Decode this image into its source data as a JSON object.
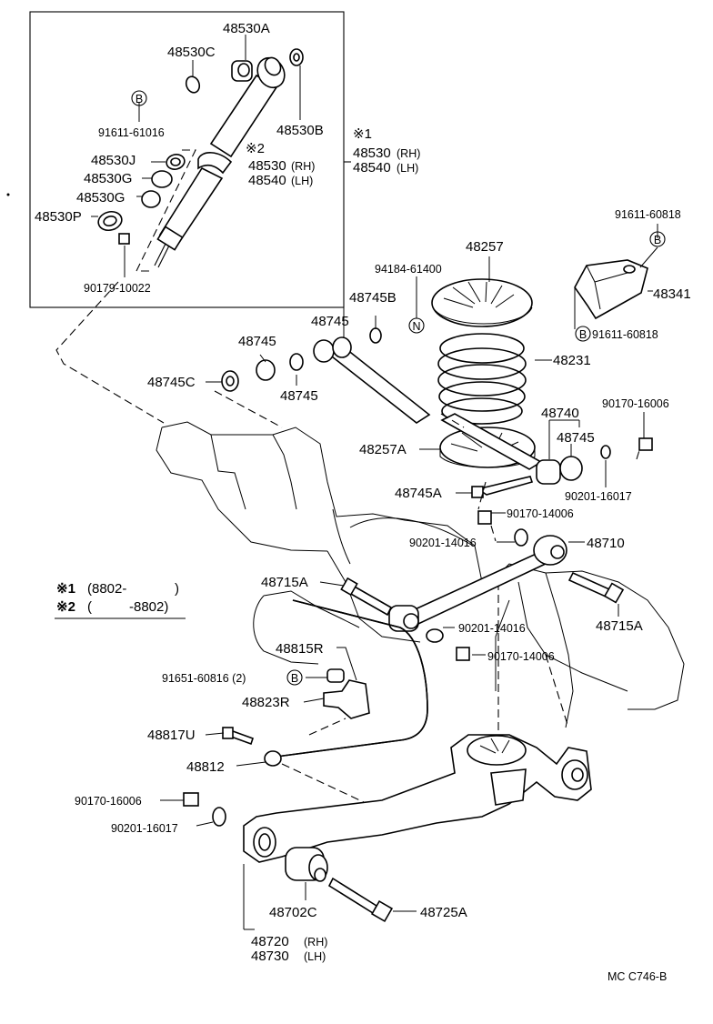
{
  "labels": {
    "p48530A": "48530A",
    "p48530C": "48530C",
    "p48530B": "48530B",
    "b91611_61016": "91611-61016",
    "p48530J": "48530J",
    "p48530G_1": "48530G",
    "p48530G_2": "48530G",
    "p48530P": "48530P",
    "p90179_10022": "90179-10022",
    "ref2_48530": "48530",
    "ref2_48530_side": "(RH)",
    "ref2_48540": "48540",
    "ref2_48540_side": "(LH)",
    "ref1_48530": "48530",
    "ref1_48530_side": "(RH)",
    "ref1_48540": "48540",
    "ref1_48540_side": "(LH)",
    "p48257": "48257",
    "p94184_61400": "94184-61400",
    "p91611_60818_top": "91611-60818",
    "p48341": "48341",
    "p91611_60818_bot": "91611-60818",
    "p48745B": "48745B",
    "p48745_a": "48745",
    "p48745_b": "48745",
    "p48745_c": "48745",
    "p48745C": "48745C",
    "p48231": "48231",
    "p48740": "48740",
    "p48745_d": "48745",
    "p90170_16006_top": "90170-16006",
    "p48257A": "48257A",
    "p48745A": "48745A",
    "p90201_16017_top": "90201-16017",
    "p90170_14006_top": "90170-14006",
    "p90201_14016_top": "90201-14016",
    "p48710": "48710",
    "p48715A_left": "48715A",
    "p48715A_right": "48715A",
    "p90201_14016_mid": "90201-14016",
    "p48815R": "48815R",
    "p90170_14006_mid": "90170-14006",
    "p91651_60816": "91651-60816 (2)",
    "p48823R": "48823R",
    "p48817U": "48817U",
    "p48812": "48812",
    "p90170_16006_bot": "90170-16006",
    "p90201_16017_bot": "90201-16017",
    "p48702C": "48702C",
    "p48725A": "48725A",
    "p48720": "48720",
    "p48720_side": "(RH)",
    "p48730": "48730",
    "p48730_side": "(LH)",
    "mc_code": "MC  C746-B"
  },
  "markers": {
    "ref1": "※1",
    "ref2": "※2",
    "b_symbol": "B",
    "n_symbol": "N"
  },
  "legend": {
    "line1_mark": "※1",
    "line1_text": "(8802-",
    "line1_close": ")",
    "line2_mark": "※2",
    "line2_text": "(",
    "line2_value": "-8802)"
  }
}
